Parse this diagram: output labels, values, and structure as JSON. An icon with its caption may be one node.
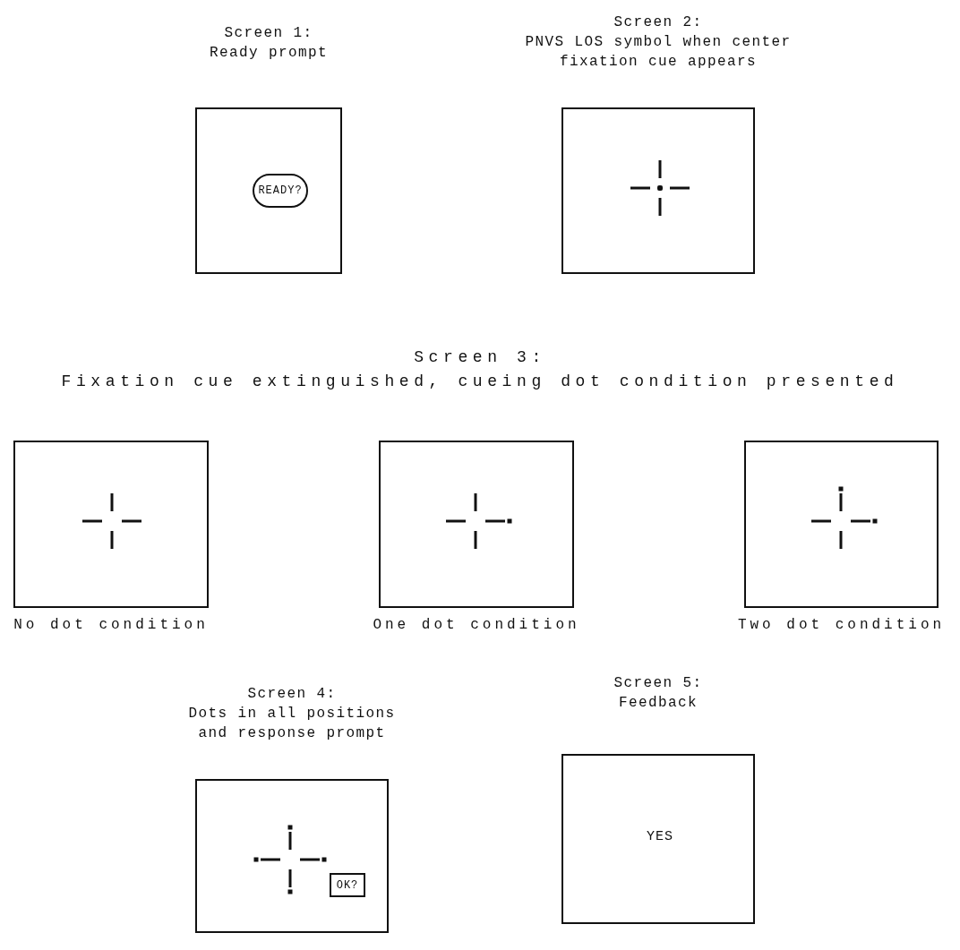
{
  "diagram": {
    "nodes": [
      {
        "text": [
          "Screen 1:",
          "Ready prompt"
        ]
      },
      {
        "text": [
          "READY?"
        ],
        "in": 0
      },
      {
        "text": [
          "Screen 2:",
          "PNVS LOS symbol when center fixation cue appears"
        ]
      },
      {
        "text": [
          "No dot condition"
        ]
      },
      {
        "text": [
          "One dot condition"
        ]
      },
      {
        "text": [
          "Two dot condition"
        ]
      },
      {
        "text": [
          "Screen 4:",
          "Dots in all positions and response prompt"
        ]
      },
      {
        "text": [
          "OK?"
        ],
        "in": 6
      },
      {
        "text": [
          "Screen 5:",
          "Feedback",
          "YES"
        ]
      }
    ],
    "labels": [
      "Screen 3:",
      "Fixation cue extinguished, cueing dot condition presented"
    ]
  }
}
